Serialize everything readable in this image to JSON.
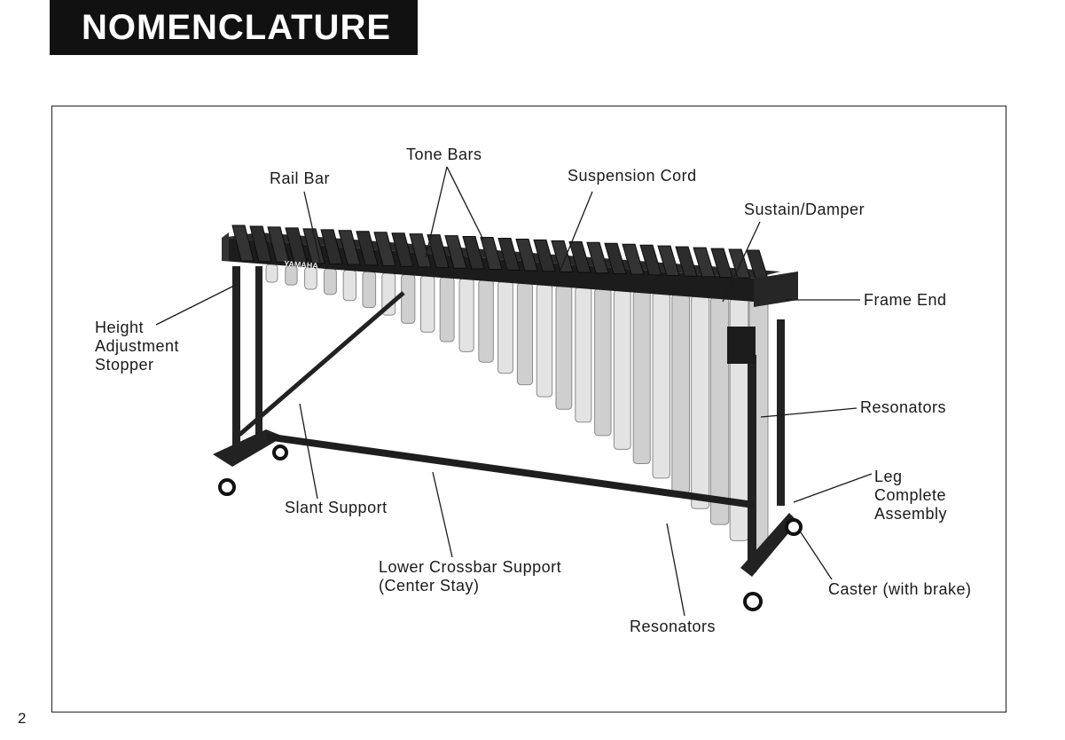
{
  "header": {
    "title": "NOMENCLATURE"
  },
  "page_number": "2",
  "brand": "YAMAHA",
  "labels": {
    "rail_bar": "Rail Bar",
    "tone_bars": "Tone Bars",
    "suspension_cord": "Suspension Cord",
    "sustain_damper": "Sustain/Damper",
    "frame_end": "Frame End",
    "height_adjustment_stopper": "Height\nAdjustment\nStopper",
    "resonators_right": "Resonators",
    "leg_complete_assembly": "Leg\nComplete\nAssembly",
    "slant_support": "Slant Support",
    "lower_crossbar_support": "Lower Crossbar Support\n(Center Stay)",
    "caster": "Caster (with brake)",
    "resonators_bottom": "Resonators"
  }
}
